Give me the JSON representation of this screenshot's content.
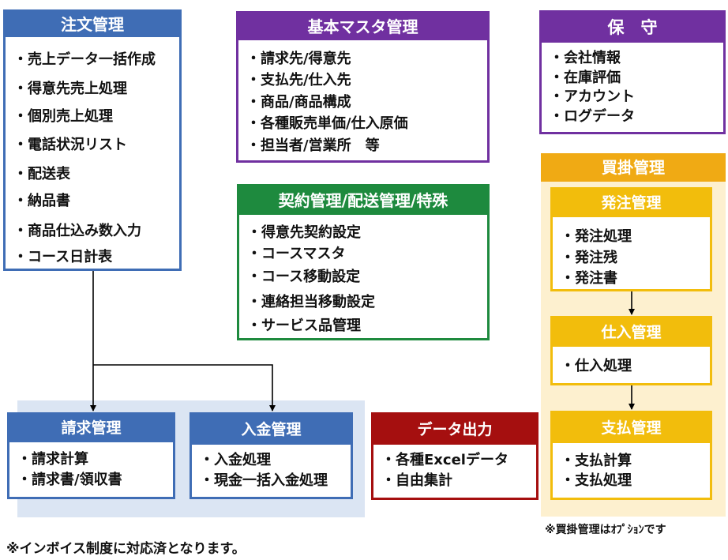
{
  "order_mgmt": {
    "title": "注文管理",
    "items": [
      "・売上データ一括作成",
      "・得意先売上処理",
      "・個別売上処理",
      "・電話状況リスト",
      "・配送表",
      "・納品書",
      "・商品仕込み数入力",
      "・コース日計表"
    ]
  },
  "master_mgmt": {
    "title": "基本マスタ管理",
    "items": [
      "・請求先/得意先",
      "・支払先/仕入先",
      "・商品/商品構成",
      "・各種販売単価/仕入原価",
      "・担当者/営業所　等"
    ]
  },
  "maintenance": {
    "title": "保　守",
    "items": [
      "・会社情報",
      "・在庫評価",
      "・アカウント",
      "・ログデータ"
    ]
  },
  "contract_mgmt": {
    "title": "契約管理/配送管理/特殊",
    "items": [
      "・得意先契約設定",
      "・コースマスタ",
      "・コース移動設定",
      "・連絡担当移動設定",
      "・サービス品管理"
    ]
  },
  "purchase_payable": {
    "title": "買掛管理",
    "note": "※買掛管理はｵﾌﾟｼｮﾝです",
    "ordering": {
      "title": "発注管理",
      "items": [
        "・発注処理",
        "・発注残",
        "・発注書"
      ]
    },
    "purchasing": {
      "title": "仕入管理",
      "items": [
        "・仕入処理"
      ]
    },
    "payment": {
      "title": "支払管理",
      "items": [
        "・支払計算",
        "・支払処理"
      ]
    }
  },
  "billing_mgmt": {
    "title": "請求管理",
    "items": [
      "・請求計算",
      "・請求書/領収書"
    ]
  },
  "receipt_mgmt": {
    "title": "入金管理",
    "items": [
      "・入金処理",
      "・現金一括入金処理"
    ]
  },
  "data_output": {
    "title": "データ出力",
    "items": [
      "・各種Excelデータ",
      "・自由集計"
    ]
  },
  "footnote": "※インボイス制度に対応済となります。",
  "colors": {
    "blue": "#3f6db5",
    "purple": "#7030a0",
    "green": "#1e8a3e",
    "red": "#a50f0f",
    "gold": "#f2bd0c",
    "light_blue_bg": "#dbe5f3",
    "cream_bg": "#fdf0cf"
  }
}
